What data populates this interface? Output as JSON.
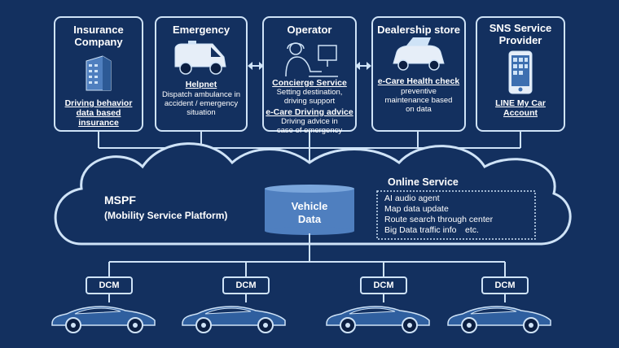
{
  "boxes": [
    {
      "title": "Insurance Company",
      "link": "Driving behavior data based insurance"
    },
    {
      "title": "Emergency",
      "link": "Helpnet",
      "desc": "Dispatch ambulance in accident / emergency situation"
    },
    {
      "title": "Operator",
      "link1": "Concierge Service",
      "desc1": "Setting destination, driving support",
      "link2": "e-Care Driving advice",
      "desc2": "Driving advice in case of emergency"
    },
    {
      "title": "Dealership store",
      "link": "e-Care Health check",
      "desc": "preventive maintenance based on data"
    },
    {
      "title": "SNS Service Provider",
      "link": "LINE My Car Account"
    }
  ],
  "platform": {
    "title": "MSPF",
    "subtitle": "(Mobility Service Platform)"
  },
  "vehicle_data": "Vehicle Data",
  "online_service": {
    "title": "Online Service",
    "items": [
      "AI audio agent",
      "Map data update",
      "Route search through center",
      "Big Data traffic info　etc."
    ]
  },
  "dcm_label": "DCM",
  "colors": {
    "background": "#13305f",
    "line": "#cfe3f7",
    "database": "#4f7fbf"
  }
}
